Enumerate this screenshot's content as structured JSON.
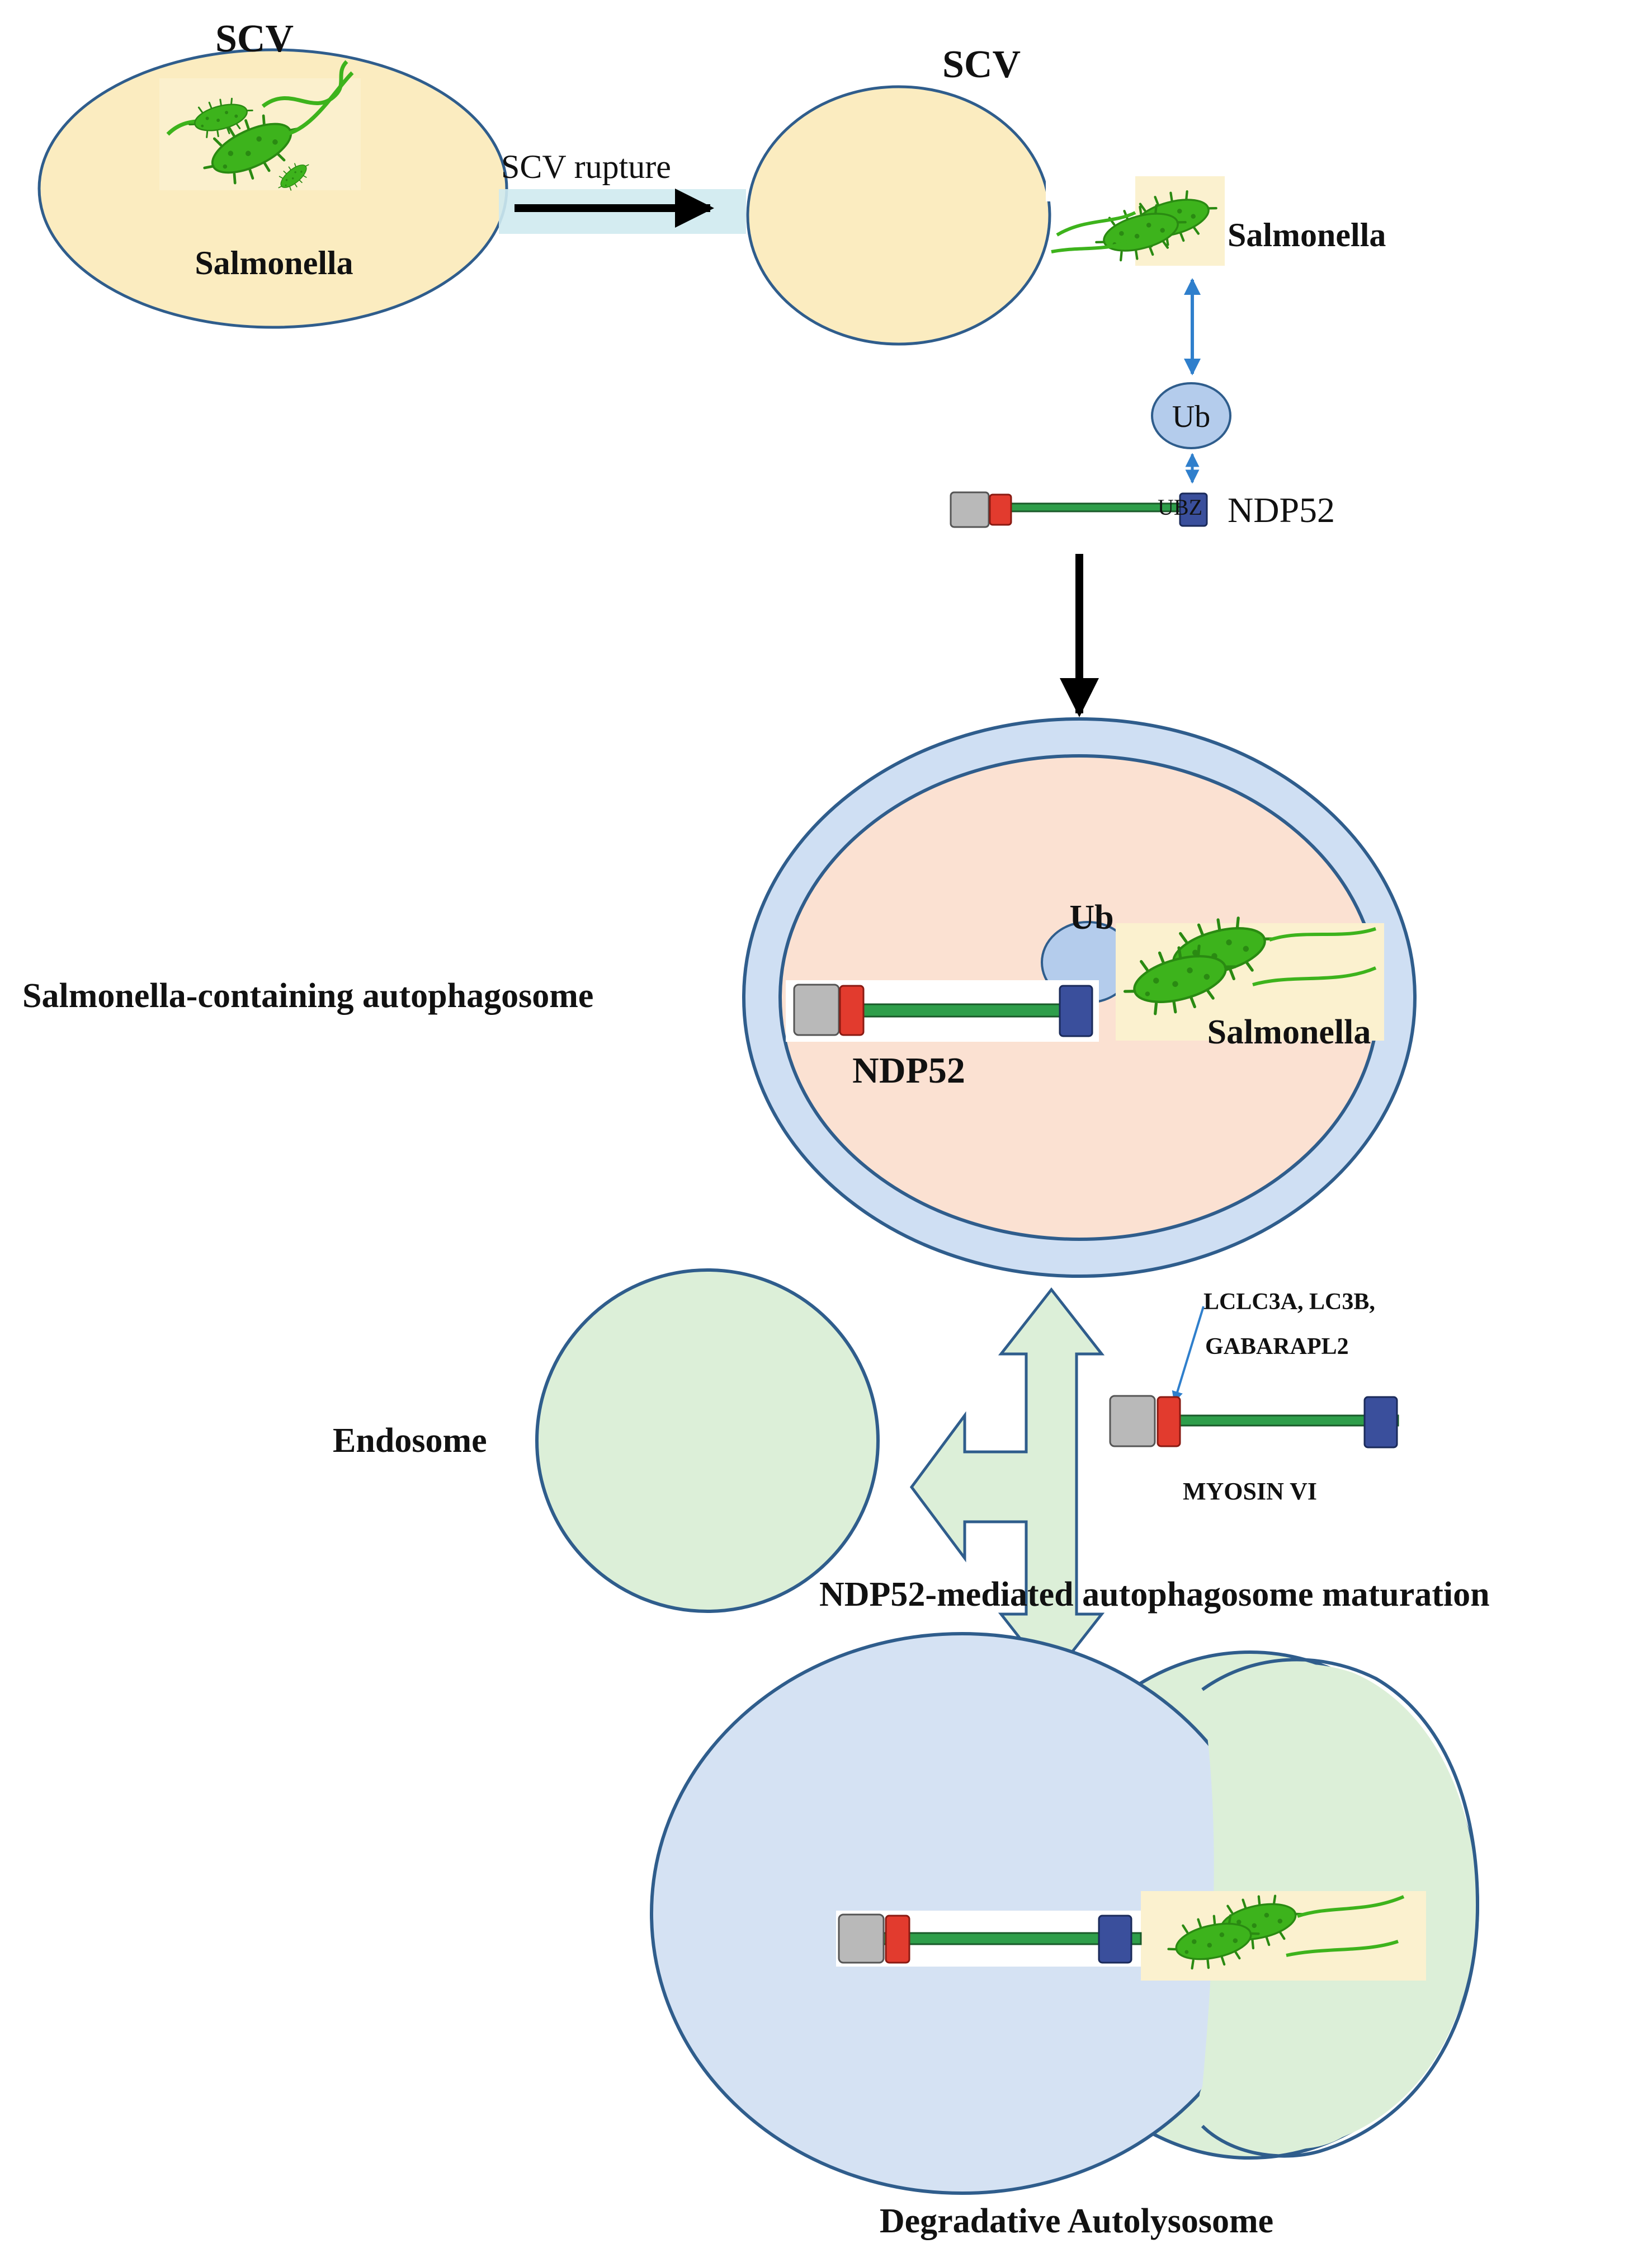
{
  "labels": {
    "scv_left": "SCV",
    "salmonella_left": "Salmonella",
    "scv_rupture": "SCV rupture",
    "scv_right": "SCV",
    "salmonella_right": "Salmonella",
    "ub_top": "Ub",
    "ubz": "UBZ",
    "ndp52_top": "NDP52",
    "autophagosome": "Salmonella-containing autophagosome",
    "ub_auto": "Ub",
    "ndp52_auto": "NDP52",
    "salmonella_auto": "Salmonella",
    "endosome": "Endosome",
    "lc3_line1": "LCLC3A, LC3B,",
    "lc3_line2": "GABARAPL2",
    "myosin": "MYOSIN VI",
    "maturation": "NDP52-mediated autophagosome maturation",
    "autolysosome": "Degradative Autolysosome"
  },
  "colors": {
    "scv_fill": "#fbecc0",
    "vesicle_stroke": "#2f5d8c",
    "outer_membrane": "#cfdff3",
    "auto_inner": "#fbe1d2",
    "endosome": "#dcefd8",
    "lyso_left": "#d5e2f3",
    "lyso_right": "#dcefd8",
    "arrow_fill": "#dcefd8",
    "arrow_stroke": "#2f5d8c",
    "bacteria": "#3db31c",
    "bacteria_dark": "#2a8a12",
    "domain_gray": "#b9b9b9",
    "domain_red": "#e23b2e",
    "domain_blue": "#3a4f9c",
    "linker_green": "#2e9e4a",
    "ub_fill": "#b4ccec",
    "blue_arrow": "#2f7fcc"
  }
}
